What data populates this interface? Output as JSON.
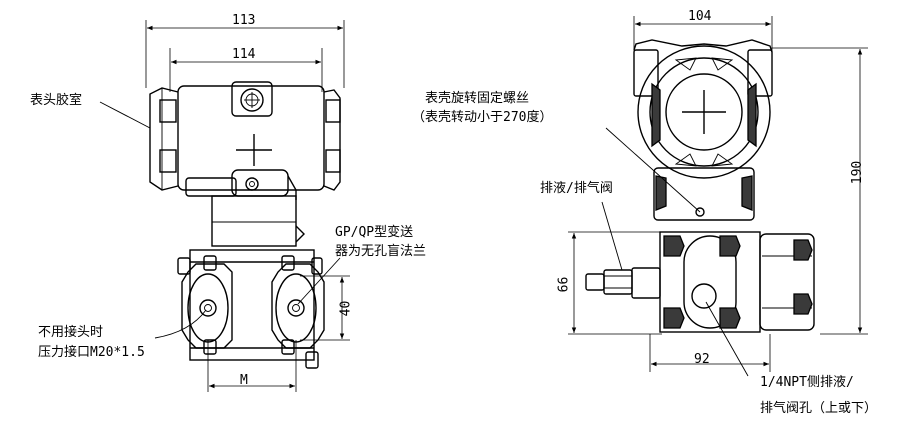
{
  "left_view": {
    "dim_top_outer": "113",
    "dim_top_inner": "114",
    "dim_flange_height": "40",
    "dim_bottom": "M",
    "label_housing": "表头胶室",
    "label_flange_line1": "GP/QP型变送",
    "label_flange_line2": "器为无孔盲法兰",
    "label_port_line1": "不用接头时",
    "label_port_line2": "压力接口M20*1.5"
  },
  "right_view": {
    "dim_top": "104",
    "dim_height": "190",
    "dim_flange_height": "66",
    "dim_flange_width": "92",
    "label_screw_line1": "表壳旋转固定螺丝",
    "label_screw_line2": "（表壳转动小于270度）",
    "label_vent": "排液/排气阀",
    "label_npt_line1": "1/4NPT侧排液/",
    "label_npt_line2": "排气阀孔（上或下）"
  }
}
